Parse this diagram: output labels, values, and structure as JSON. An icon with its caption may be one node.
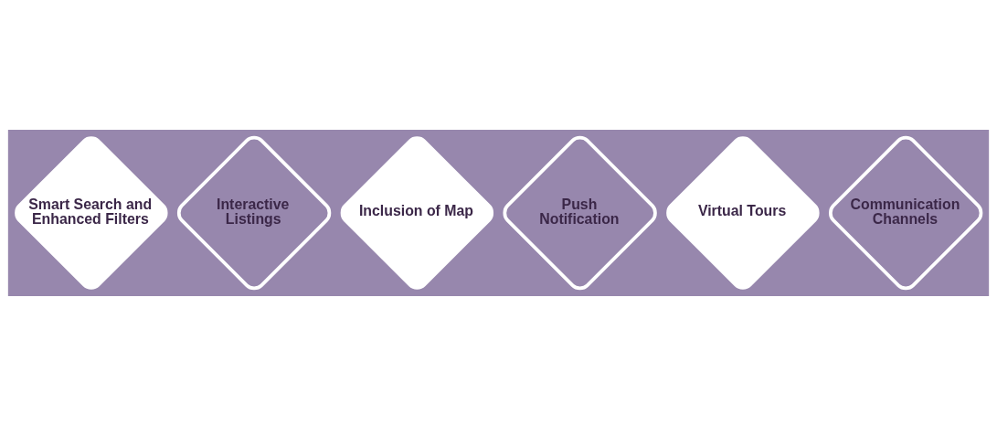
{
  "diagram": {
    "nodes": [
      {
        "text": [
          "Smart Search and Enhanced Filters"
        ]
      },
      {
        "text": [
          "Interactive Listings"
        ]
      },
      {
        "text": [
          "Inclusion of Map"
        ]
      },
      {
        "text": [
          "Push Notification"
        ]
      },
      {
        "text": [
          "Virtual Tours"
        ]
      },
      {
        "text": [
          "Communication Channels"
        ]
      }
    ]
  }
}
